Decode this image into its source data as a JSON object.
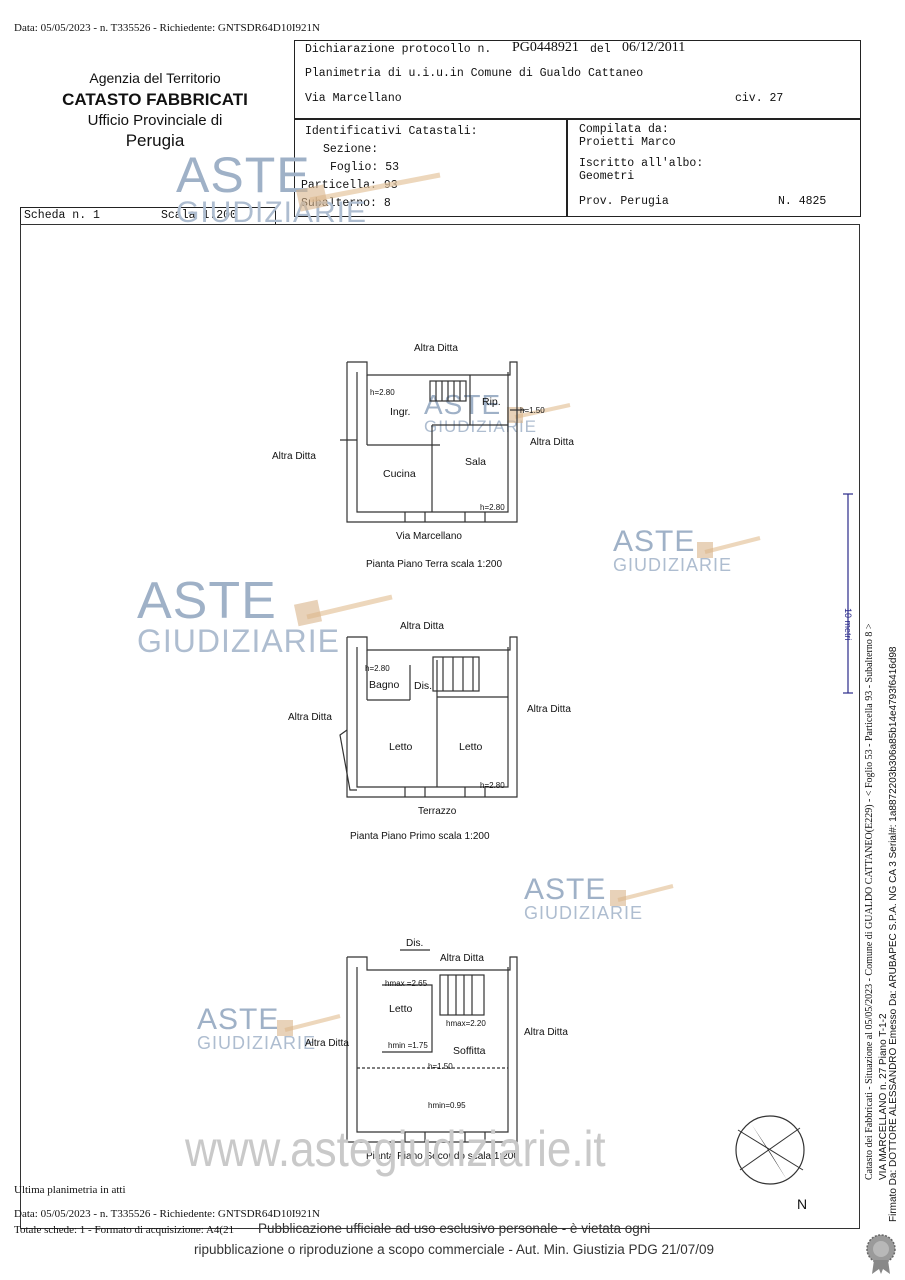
{
  "top_header": "Data: 05/05/2023 - n. T335526 - Richiedente: GNTSDR64D10I921N",
  "agency": {
    "line1": "Agenzia del Territorio",
    "line2": "CATASTO FABBRICATI",
    "line3": "Ufficio Provinciale di",
    "line4": "Perugia"
  },
  "scheda": {
    "label": "Scheda n. 1",
    "scala": "Scala 1:200"
  },
  "declaration": {
    "prefix": "Dichiarazione protocollo n.",
    "protocol": "PG0448921",
    "del": "del",
    "date": "06/12/2011",
    "planimetria": "Planimetria di u.i.u.in Comune di Gualdo Cattaneo",
    "via": "Via Marcellano",
    "civ": "civ. 27"
  },
  "identificativi": {
    "title": "Identificativi Catastali:",
    "sezione": "Sezione:",
    "foglio": "Foglio: 53",
    "particella": "Particella: 93",
    "subalterno": "Subalterno: 8"
  },
  "compilata": {
    "title": "Compilata da:",
    "name": "Proietti Marco",
    "iscritto": "Iscritto all'albo:",
    "albo": "Geometri",
    "prov": "Prov. Perugia",
    "num": "N.  4825"
  },
  "watermark": {
    "aste": "ASTE",
    "giudiziarie": "GIUDIZIARIE"
  },
  "plan_terra": {
    "altra_top": "Altra Ditta",
    "altra_left": "Altra Ditta",
    "altra_right": "Altra Ditta",
    "h1": "h=2.80",
    "ingr": "Ingr.",
    "rip": "Rip.",
    "h150": "h=1.50",
    "cucina": "Cucina",
    "sala": "Sala",
    "h2": "h=2.80",
    "street": "Via Marcellano",
    "caption": "Pianta Piano Terra scala 1:200"
  },
  "plan_primo": {
    "altra_top": "Altra Ditta",
    "altra_left": "Altra Ditta",
    "altra_right": "Altra Ditta",
    "h1": "h=2.80",
    "bagno": "Bagno",
    "dis": "Dis.",
    "letto1": "Letto",
    "letto2": "Letto",
    "h2": "h=2.80",
    "terrazzo": "Terrazzo",
    "caption": "Pianta Piano Primo scala 1:200"
  },
  "plan_secondo": {
    "dis": "Dis.",
    "altra_top": "Altra Ditta",
    "altra_left": "Altra Ditta",
    "altra_right": "Altra Ditta",
    "hmax265": "hmax =2.65",
    "letto": "Letto",
    "hmax220": "hmax=2.20",
    "hmin175": "hmin =1.75",
    "soffitta": "Soffitta",
    "h150": "h=1.50",
    "hmin095": "hmin=0.95",
    "caption": "Pianta Piano Secondo scala 1:200"
  },
  "north": "N",
  "scale_bar": "10 metri",
  "footer_url": "www.astegiudiziarie.it",
  "ultima": "Ultima planimetria in atti",
  "bottom_header": "Data: 05/05/2023 - n. T335526 - Richiedente: GNTSDR64D10I921N",
  "totale": "Totale schede: 1 - Formato di acquisizione: A4(21",
  "footer_note1": "Pubblicazione ufficiale ad uso esclusivo personale - è vietata ogni",
  "footer_note2": "ripubblicazione o riproduzione a scopo commerciale - Aut. Min. Giustizia PDG 21/07/09",
  "side_text1": "Catasto dei Fabbricati - Situazione al 05/05/2023 - Comune di GUALDO CATTANEO(E229) - < Foglio 53 - Particella 93 - Subalterno 8 >",
  "side_text2": "VIA MARCELLANO n. 27 Piano T-1-2",
  "side_text3": "Firmato Da: DOTTORE ALESSANDRO Emesso Da: ARUBAPEC S.P.A. NG CA 3 Serial#: 1a8872203b306a85b14e4793f6416d98"
}
